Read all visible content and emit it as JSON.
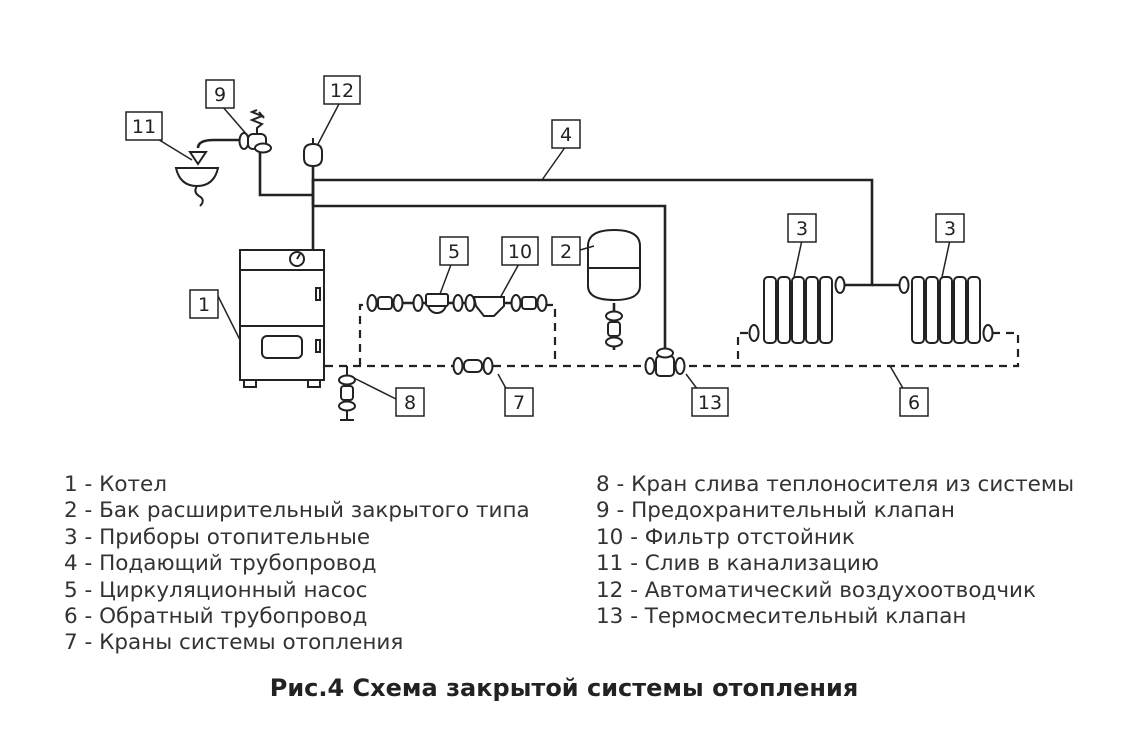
{
  "callouts": {
    "c1": "1",
    "c2": "2",
    "c3a": "3",
    "c3b": "3",
    "c4": "4",
    "c5": "5",
    "c6": "6",
    "c7": "7",
    "c8": "8",
    "c9": "9",
    "c10": "10",
    "c11": "11",
    "c12": "12",
    "c13": "13"
  },
  "legend_left": [
    "1 - Котел",
    "2 - Бак расширительный закрытого типа",
    "3 - Приборы отопительные",
    "4 - Подающий трубопровод",
    "5 - Циркуляционный насос",
    "6 - Обратный трубопровод",
    "7 - Краны системы отопления"
  ],
  "legend_right": [
    "8 - Кран слива теплоносителя из системы",
    "9 - Предохранительный клапан",
    "10 - Фильтр отстойник",
    "11 - Слив в канализацию",
    "12 - Автоматический воздухоотводчик",
    "13 - Термосмесительный клапан"
  ],
  "caption": "Рис.4 Схема закрытой системы отопления"
}
